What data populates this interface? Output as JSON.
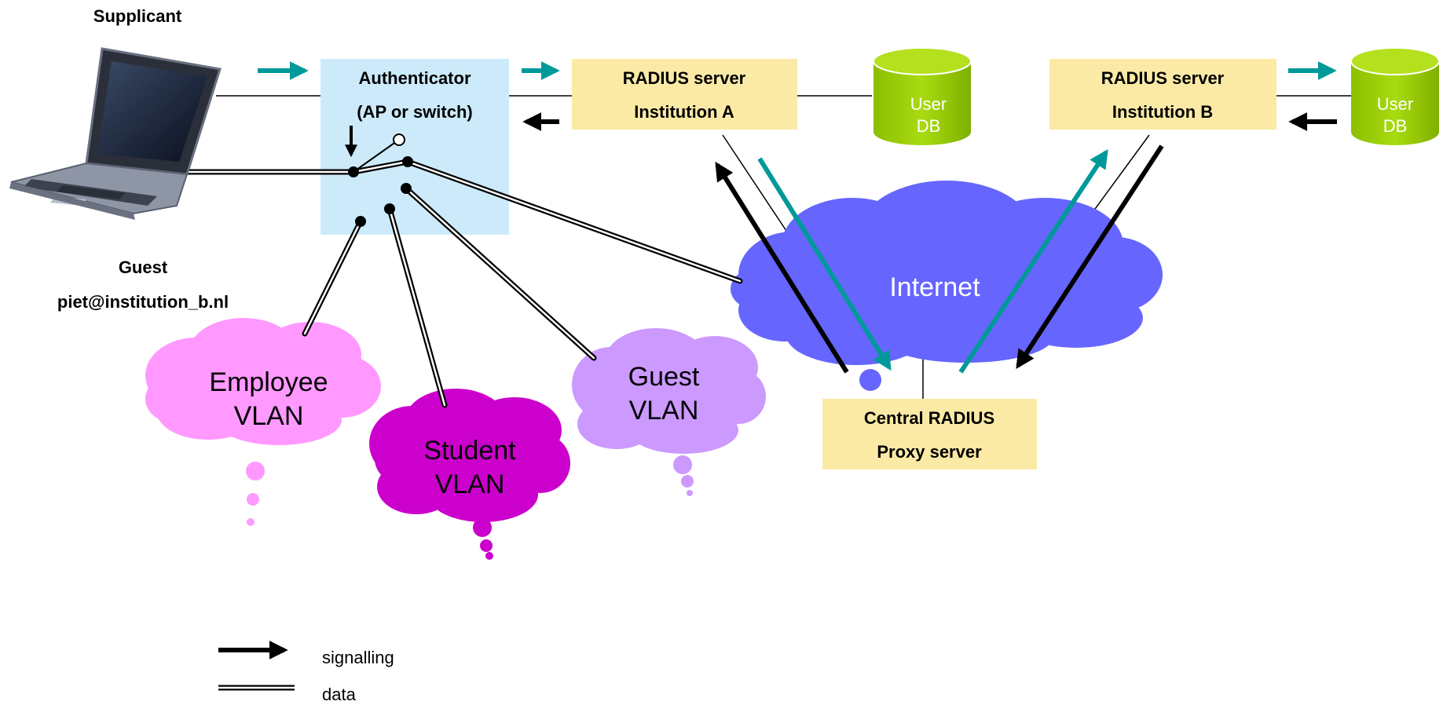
{
  "labels": {
    "supplicant": "Supplicant",
    "guest": "Guest",
    "guest_identity": "piet@institution_b.nl",
    "authenticator_line1": "Authenticator",
    "authenticator_line2": "(AP or switch)",
    "radius_a_line1": "RADIUS server",
    "radius_a_line2": "Institution A",
    "radius_b_line1": "RADIUS server",
    "radius_b_line2": "Institution B",
    "userdb_line1": "User",
    "userdb_line2": "DB",
    "internet": "Internet",
    "central_line1": "Central RADIUS",
    "central_line2": "Proxy server",
    "employee_line1": "Employee",
    "employee_line2": "VLAN",
    "student_line1": "Student",
    "student_line2": "VLAN",
    "guestvlan_line1": "Guest",
    "guestvlan_line2": "VLAN"
  },
  "legend": {
    "signalling": "signalling",
    "data": "data"
  },
  "colors": {
    "authenticator_box": "#CCEAFA",
    "radius_box": "#FBEAA6",
    "database": "#99CC00",
    "internet_cloud": "#6666FF",
    "employee_cloud": "#FF99FF",
    "student_cloud": "#CC00CC",
    "guest_cloud": "#CC99FF",
    "teal_arrow": "#009999",
    "signal_arrow": "#000000"
  }
}
